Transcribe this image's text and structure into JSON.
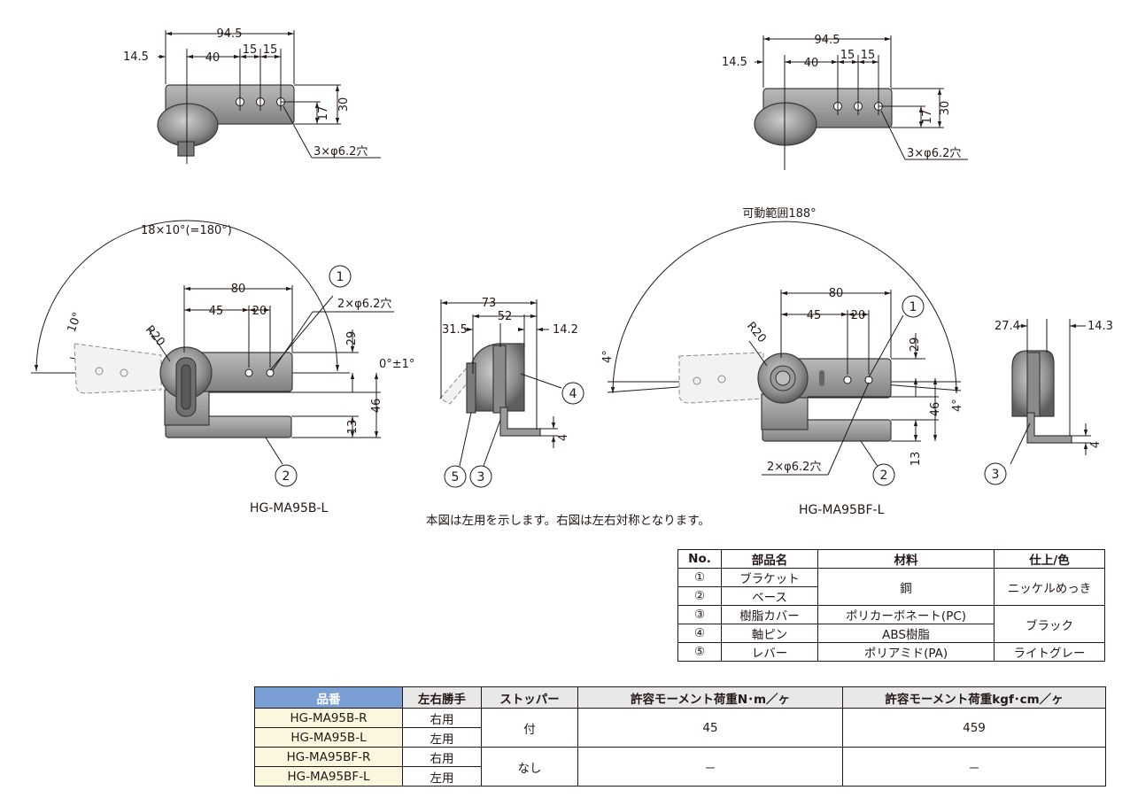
{
  "drawings": {
    "top_left": {
      "dims": [
        "94.5",
        "14.5",
        "40",
        "15",
        "15",
        "30",
        "17"
      ],
      "hole_note": "3×φ6.2穴"
    },
    "top_right": {
      "dims": [
        "94.5",
        "14.5",
        "40",
        "15",
        "15",
        "30",
        "17"
      ],
      "hole_note": "3×φ6.2穴"
    },
    "front_left": {
      "arc_label": "18×10°(=180°)",
      "angle_10": "10°",
      "r20": "R20",
      "dims": [
        "80",
        "45",
        "20",
        "29",
        "46",
        "13"
      ],
      "hole_note": "2×φ6.2穴",
      "zero_label": "0°±1°",
      "balloons": [
        "1",
        "2"
      ],
      "model": "HG-MA95B-L"
    },
    "side_left": {
      "dims": [
        "73",
        "52",
        "31.5",
        "14.2",
        "4"
      ],
      "balloons": [
        "4",
        "5",
        "3"
      ]
    },
    "front_right": {
      "arc_label": "可動範囲188°",
      "angle_left": "4°",
      "angle_right": "4°",
      "r20": "R20",
      "dims": [
        "80",
        "45",
        "20",
        "29",
        "46",
        "13"
      ],
      "hole_note": "2×φ6.2穴",
      "balloons": [
        "1",
        "2"
      ],
      "model": "HG-MA95BF-L"
    },
    "side_right": {
      "dims": [
        "27.4",
        "14.3",
        "4"
      ],
      "balloons": [
        "3"
      ]
    }
  },
  "note": "本図は左用を示します。右図は左右対称となります。",
  "parts_table": {
    "headers": [
      "No.",
      "部品名",
      "材料",
      "仕上/色"
    ],
    "rows": [
      {
        "no": "①",
        "name": "ブラケット"
      },
      {
        "no": "②",
        "name": "ベース"
      },
      {
        "no": "③",
        "name": "樹脂カバー",
        "material": "ポリカーボネート(PC)"
      },
      {
        "no": "④",
        "name": "軸ピン",
        "material": "ABS樹脂"
      },
      {
        "no": "⑤",
        "name": "レバー",
        "material": "ポリアミド(PA)",
        "finish": "ライトグレー"
      }
    ],
    "material_steel": "鋼",
    "finish_nickel": "ニッケルめっき",
    "finish_black": "ブラック"
  },
  "product_table": {
    "headers": [
      "品番",
      "左右勝手",
      "ストッパー",
      "許容モーメント荷重N･m／ヶ",
      "許容モーメント荷重kgf･cm／ヶ"
    ],
    "rows": [
      {
        "part": "HG-MA95B-R",
        "hand": "右用"
      },
      {
        "part": "HG-MA95B-L",
        "hand": "左用"
      },
      {
        "part": "HG-MA95BF-R",
        "hand": "右用"
      },
      {
        "part": "HG-MA95BF-L",
        "hand": "左用"
      }
    ],
    "group1": {
      "stopper": "付",
      "nm": "45",
      "kgf": "459"
    },
    "group2": {
      "stopper": "なし",
      "nm": "－",
      "kgf": "－"
    }
  }
}
